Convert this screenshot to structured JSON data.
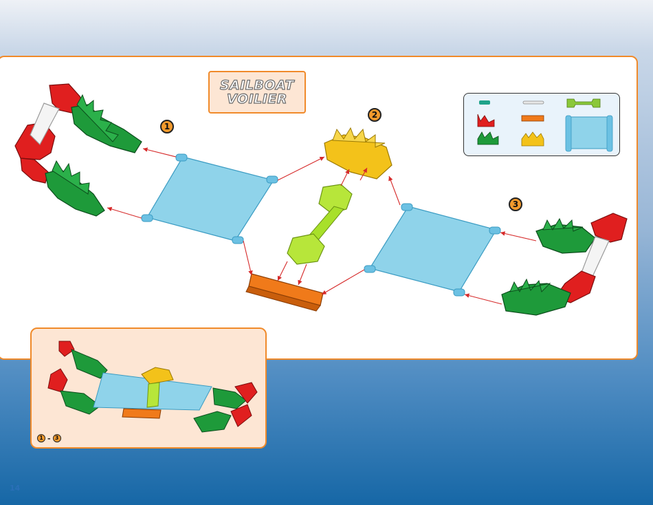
{
  "title": {
    "line1": "SAILBOAT",
    "line2": "VOILIER"
  },
  "steps": [
    "1",
    "2",
    "3"
  ],
  "inset": {
    "from_step": "1",
    "separator": "-",
    "to_step": "3"
  },
  "page_number": "14",
  "parts_legend": {
    "items": [
      "teal-connector",
      "gray-rod",
      "green-spacer-rod",
      "red-connector",
      "orange-connector",
      "green-connector",
      "yellow-connector",
      "blue-panel"
    ]
  },
  "colors": {
    "accent_orange": "#f08a2a",
    "panel_blue": "#8fd3ea",
    "red_part": "#e02020",
    "green_part": "#1e9a3a",
    "yellow_part": "#f3c21a",
    "lime_part": "#a8e02a",
    "orange_part": "#f07a1a"
  }
}
